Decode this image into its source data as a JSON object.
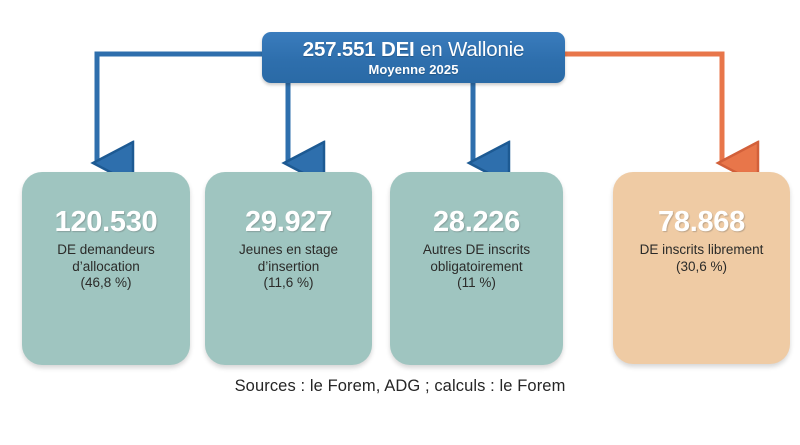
{
  "header": {
    "value": "257.551 DEI",
    "title_rest": " en Wallonie",
    "subtitle": "Moyenne 2025",
    "box_color": "#2e6fad",
    "text_color": "#ffffff"
  },
  "cards": [
    {
      "value": "120.530",
      "label": "DE demandeurs d’allocation",
      "percent": "(46,8 %)",
      "color": "#9fc5c0",
      "connector_color": "#2e6fad"
    },
    {
      "value": "29.927",
      "label": "Jeunes en stage d’insertion",
      "percent": "(11,6 %)",
      "color": "#9fc5c0",
      "connector_color": "#2e6fad"
    },
    {
      "value": "28.226",
      "label": "Autres DE inscrits obligatoirement",
      "percent": "(11 %)",
      "color": "#9fc5c0",
      "connector_color": "#2e6fad"
    },
    {
      "value": "78.868",
      "label": "DE inscrits librement",
      "percent": "(30,6 %)",
      "color": "#efcba4",
      "connector_color": "#e8764a"
    }
  ],
  "footnote": "Sources : le Forem, ADG ; calculs : le Forem",
  "connectors": {
    "blue": "#2e6fad",
    "orange": "#e8764a"
  },
  "chart_data": {
    "type": "bar",
    "title": "257.551 DEI en Wallonie",
    "subtitle": "Moyenne 2025",
    "categories": [
      "DE demandeurs d’allocation",
      "Jeunes en stage d’insertion",
      "Autres DE inscrits obligatoirement",
      "DE inscrits librement"
    ],
    "values": [
      120530,
      29927,
      28226,
      78868
    ],
    "percentages": [
      46.8,
      11.6,
      11.0,
      30.6
    ],
    "total": 257551,
    "unit": "DEI",
    "xlabel": "",
    "ylabel": "",
    "legend": [],
    "annotations": [
      "Sources : le Forem, ADG ; calculs : le Forem"
    ]
  }
}
